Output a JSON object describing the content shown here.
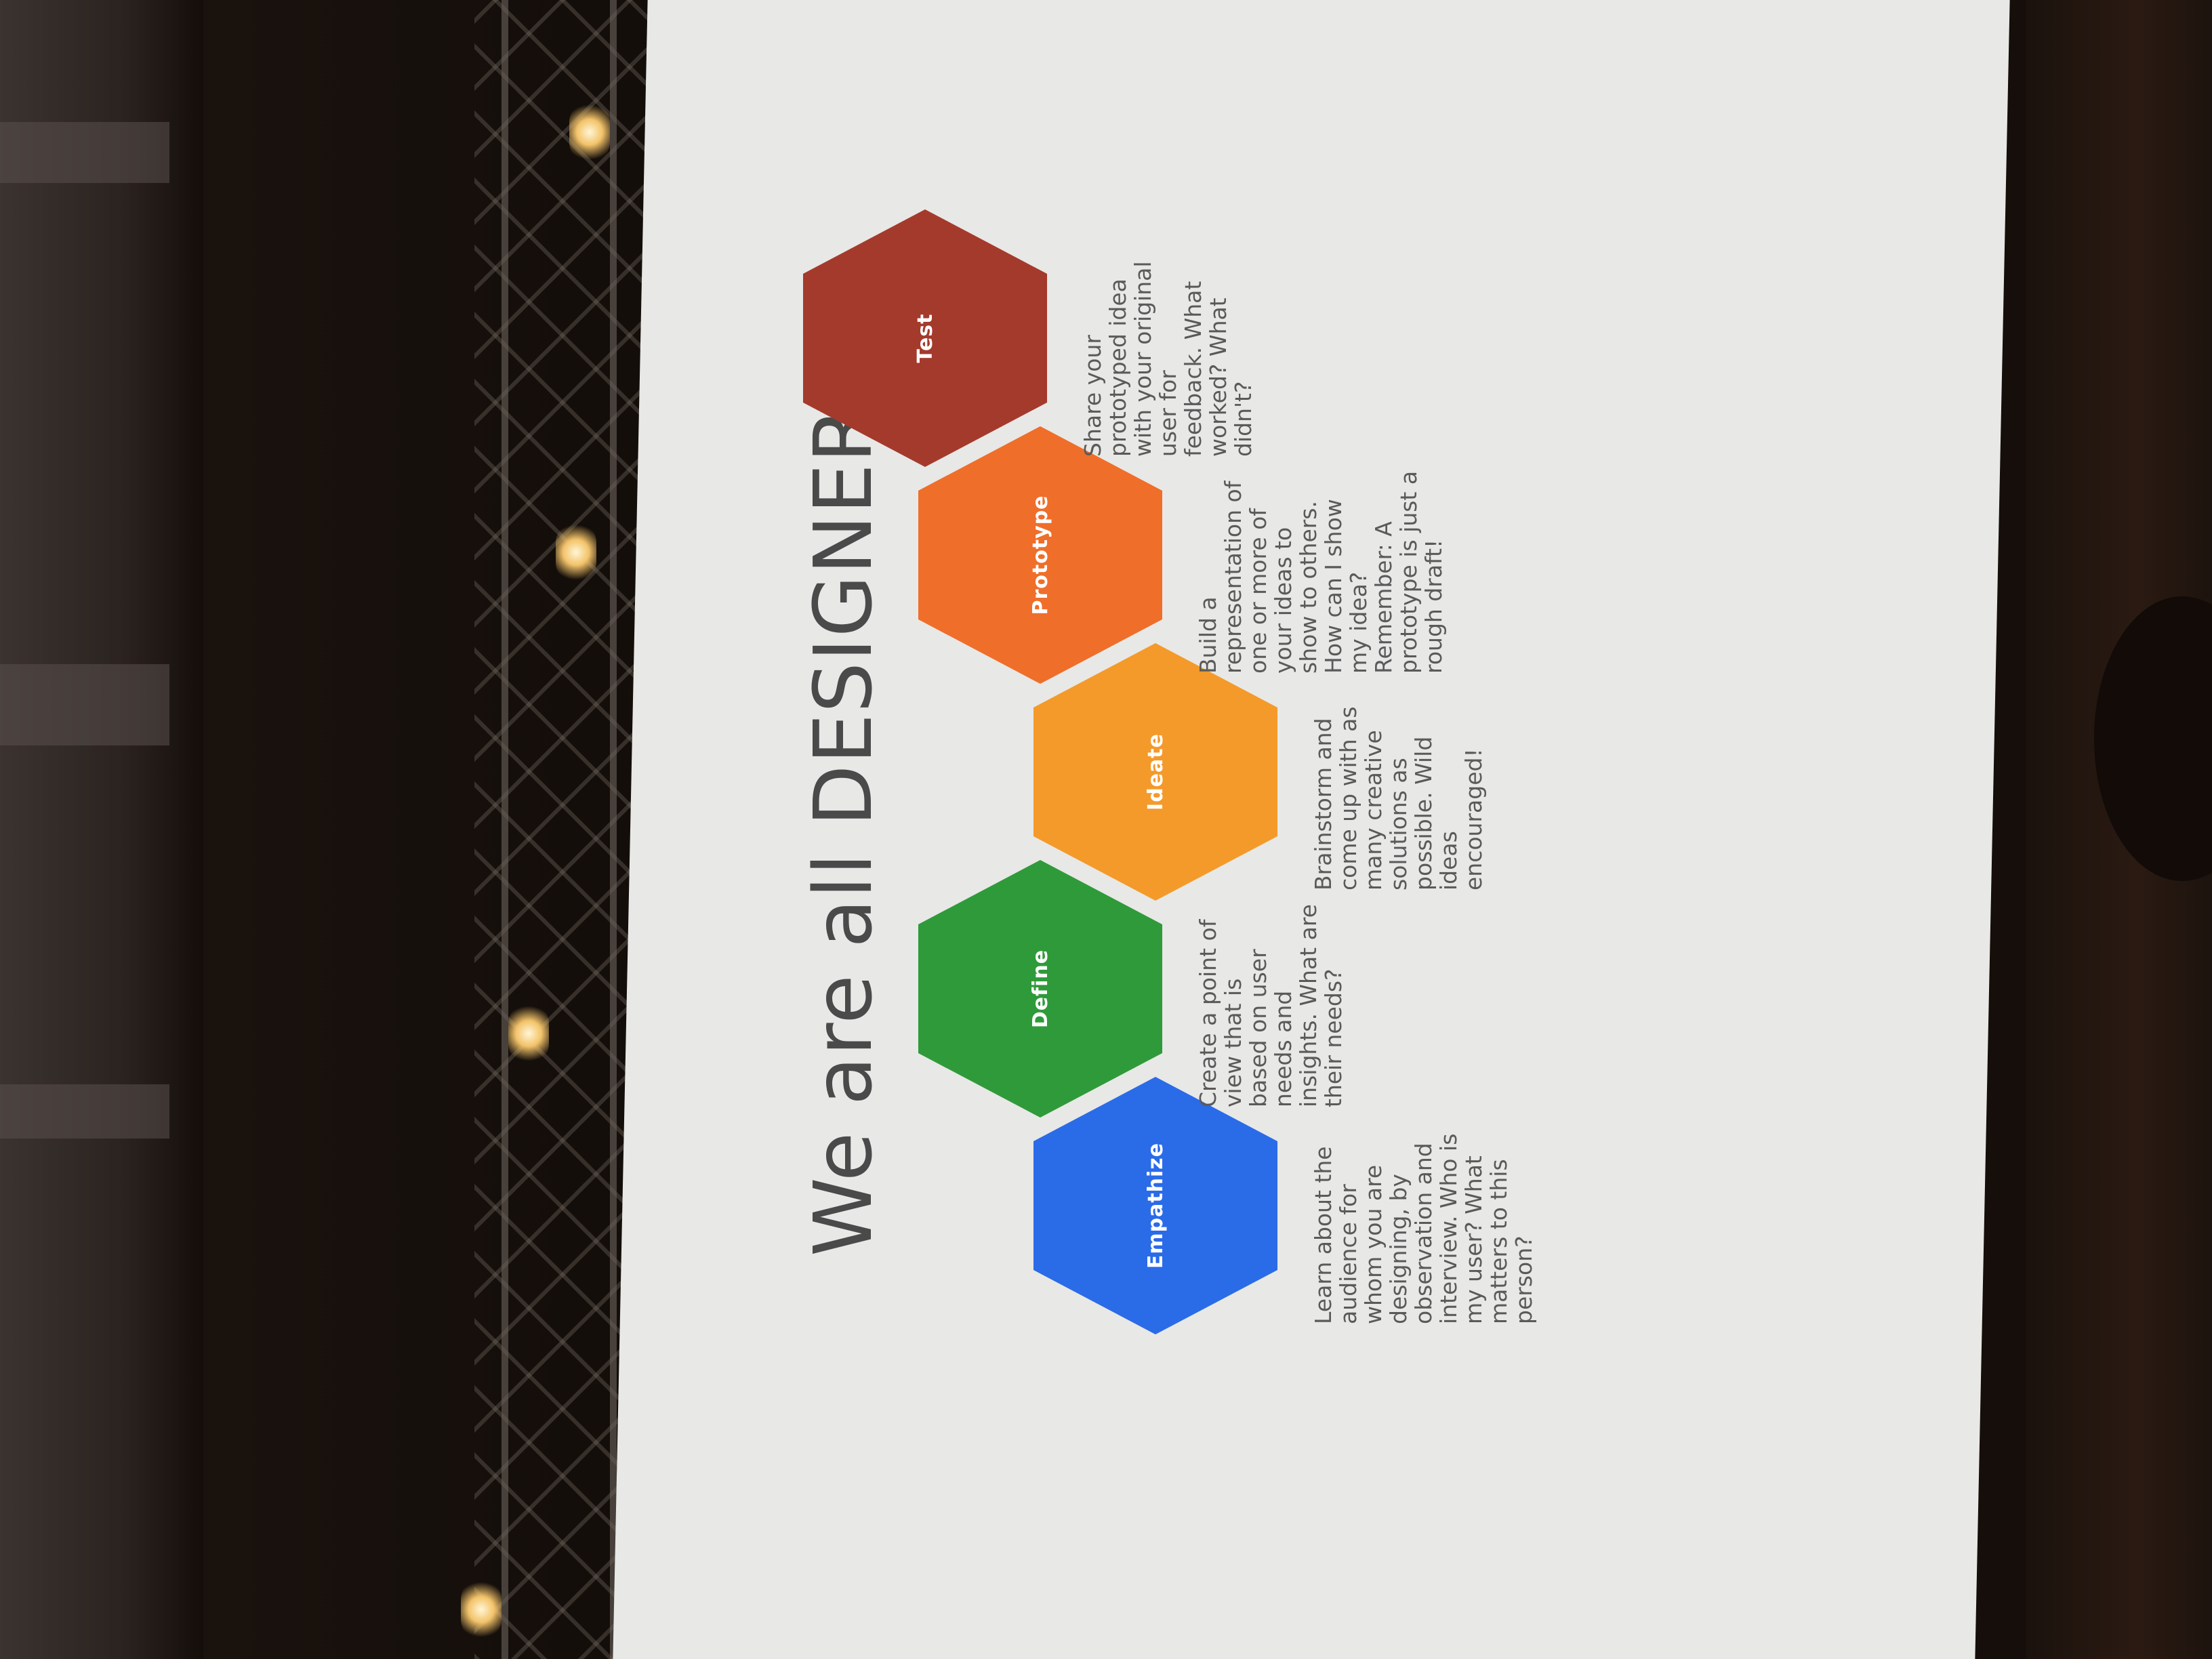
{
  "slide": {
    "title": "We are all DESIGNERS!",
    "steps": [
      {
        "label": "Empathize",
        "color": "#2a6be8",
        "description": "Learn about the audience for whom you are designing, by observation and interview. Who is my user? What matters to this person?"
      },
      {
        "label": "Define",
        "color": "#2f9a3a",
        "description": "Create a point of view that is based on user needs and insights. What are their needs?"
      },
      {
        "label": "Ideate",
        "color": "#f49a2a",
        "description": "Brainstorm and come up with as many creative solutions as possible. Wild ideas encouraged!"
      },
      {
        "label": "Prototype",
        "color": "#ef6e2a",
        "description": "Build a representation of one or more of your ideas to show to others. How can I show my idea? Remember: A prototype is just a rough draft!"
      },
      {
        "label": "Test",
        "color": "#a43a2c",
        "description": "Share your prototyped idea with your original user for feedback. What worked? What didn't?"
      }
    ]
  }
}
